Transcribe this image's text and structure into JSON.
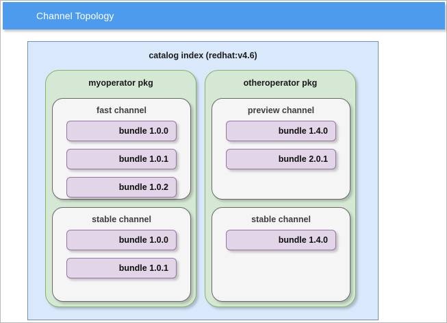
{
  "header": {
    "title": "Channel Topology"
  },
  "catalog": {
    "title": "catalog index (redhat:v4.6)",
    "colors": {
      "header_blue": "#4d9bed",
      "catalog_fill": "#dae8fc",
      "catalog_stroke": "#6c8ebf",
      "package_fill": "#d5e8d4",
      "package_stroke": "#82b366",
      "channel_fill": "#f5f5f5",
      "channel_stroke": "#666666",
      "bundle_fill": "#e1d5e7",
      "bundle_stroke": "#9673a6"
    },
    "packages": [
      {
        "name": "myoperator pkg",
        "channels": [
          {
            "name": "fast channel",
            "bundles": [
              {
                "label": "bundle 1.0.0"
              },
              {
                "label": "bundle 1.0.1"
              },
              {
                "label": "bundle 1.0.2"
              }
            ]
          },
          {
            "name": "stable channel",
            "bundles": [
              {
                "label": "bundle 1.0.0"
              },
              {
                "label": "bundle 1.0.1"
              }
            ]
          }
        ]
      },
      {
        "name": "otheroperator pkg",
        "channels": [
          {
            "name": "preview channel",
            "bundles": [
              {
                "label": "bundle 1.4.0"
              },
              {
                "label": "bundle 2.0.1"
              }
            ]
          },
          {
            "name": "stable channel",
            "bundles": [
              {
                "label": "bundle 1.4.0"
              }
            ]
          }
        ]
      }
    ]
  }
}
